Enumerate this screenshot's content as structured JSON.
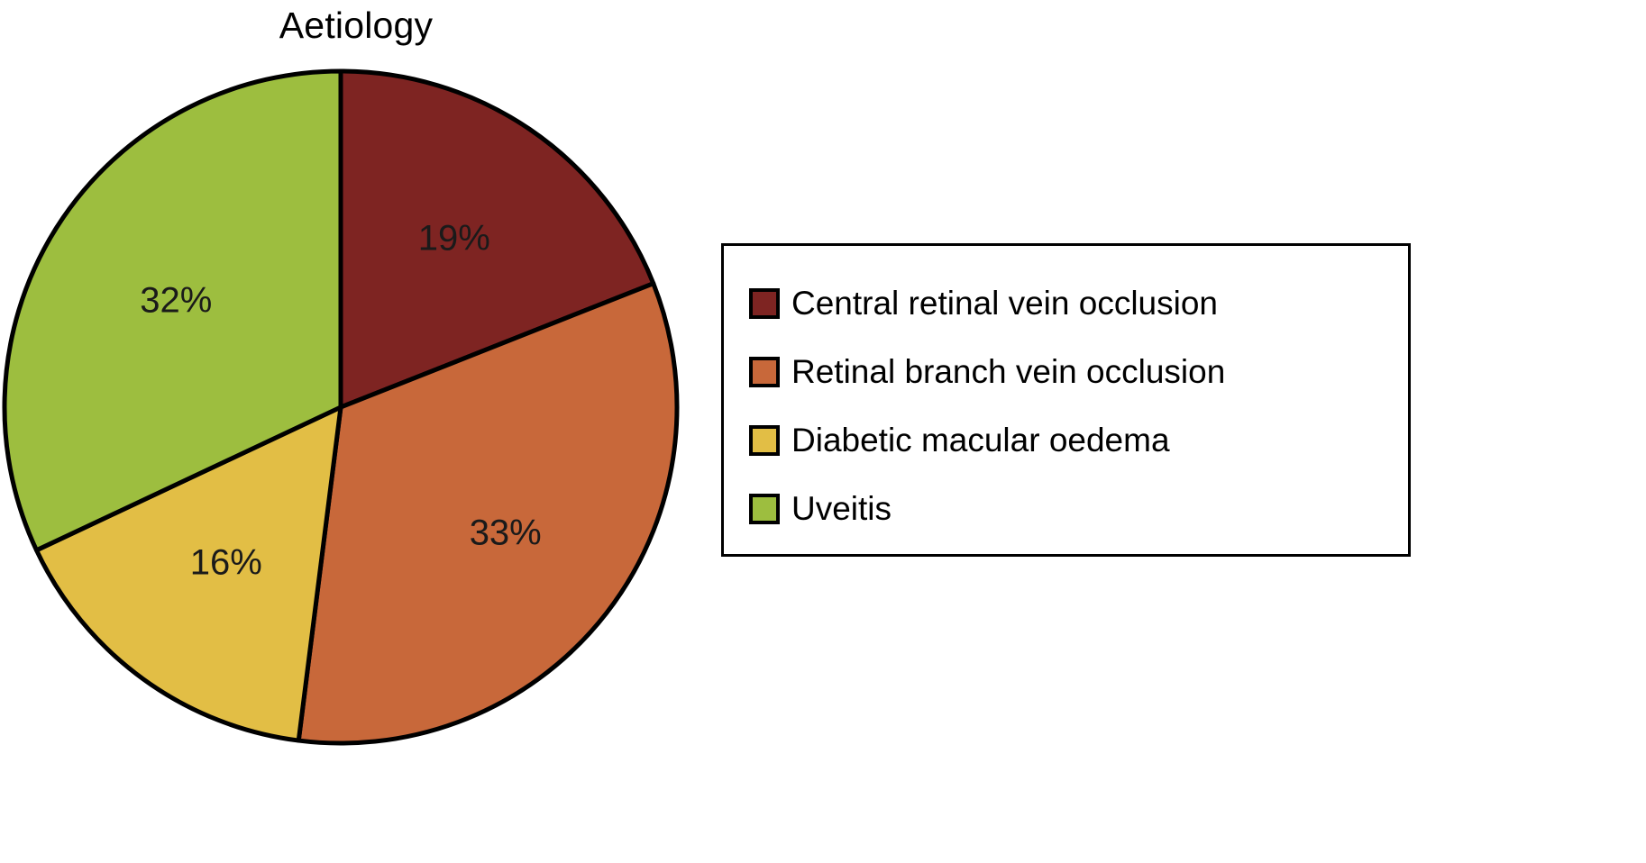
{
  "chart_data": {
    "type": "pie",
    "title": "Aetiology",
    "xlabel": "",
    "ylabel": "",
    "categories": [
      "Central retinal vein occlusion",
      "Retinal branch vein occlusion",
      "Diabetic macular oedema",
      "Uveitis"
    ],
    "values": [
      19,
      33,
      16,
      32
    ],
    "value_labels": [
      "19%",
      "33%",
      "16%",
      "32%"
    ],
    "unit": "%",
    "colors": [
      "#7E2422",
      "#C8683A",
      "#E2BE45",
      "#9DBE3F"
    ],
    "start_angle_deg": 90,
    "direction": "clockwise",
    "legend_position": "right",
    "grid": false,
    "slices": [
      {
        "label": "Central retinal vein occlusion",
        "value": 19,
        "value_label": "19%",
        "color": "#7E2422"
      },
      {
        "label": "Retinal branch vein occlusion",
        "value": 33,
        "value_label": "33%",
        "color": "#C8683A"
      },
      {
        "label": "Diabetic macular oedema",
        "value": 16,
        "value_label": "16%",
        "color": "#E2BE45"
      },
      {
        "label": "Uveitis",
        "value": 32,
        "value_label": "32%",
        "color": "#9DBE3F"
      }
    ]
  },
  "title": "Aetiology",
  "legend": {
    "items": [
      {
        "label": "Central retinal vein occlusion",
        "color": "#7E2422"
      },
      {
        "label": "Retinal branch vein occlusion",
        "color": "#C8683A"
      },
      {
        "label": "Diabetic macular oedema",
        "color": "#E2BE45"
      },
      {
        "label": "Uveitis",
        "color": "#9DBE3F"
      }
    ]
  },
  "slice_labels": {
    "s0": "19%",
    "s1": "33%",
    "s2": "16%",
    "s3": "32%"
  }
}
